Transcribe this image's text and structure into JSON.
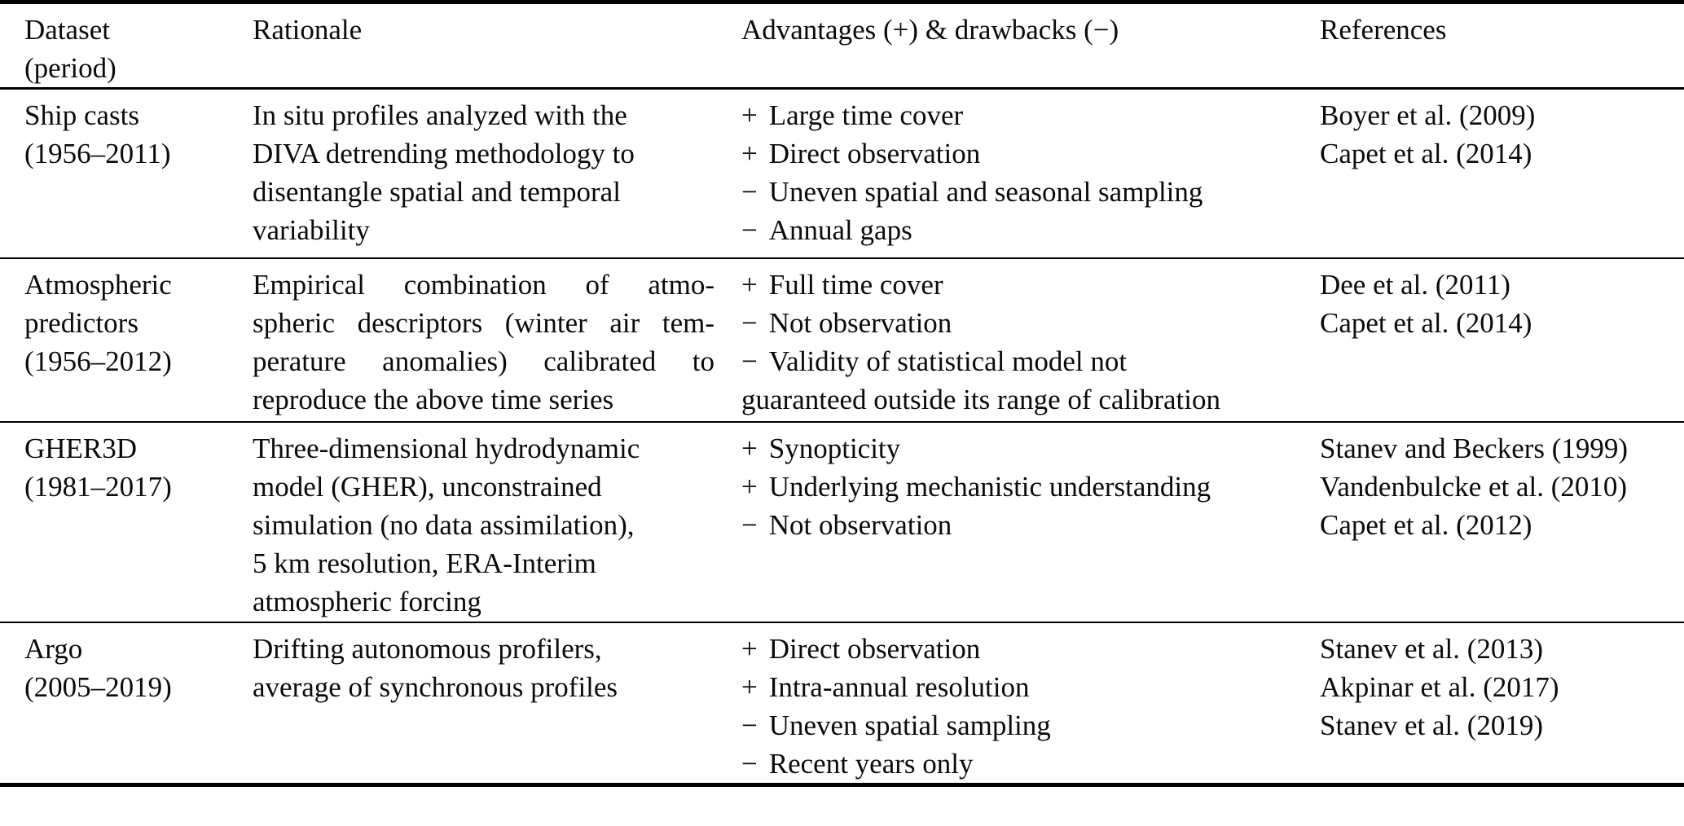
{
  "table": {
    "header": {
      "dataset_lines": [
        "Dataset",
        "(period)"
      ],
      "rationale": "Rationale",
      "advantages": "Advantages (+) & drawbacks (−)",
      "references": "References"
    },
    "rows": [
      {
        "dataset_lines": [
          "Ship casts",
          "(1956–2011)"
        ],
        "rationale_lines": [
          "In situ profiles analyzed with the",
          "DIVA detrending methodology to",
          "disentangle spatial and temporal",
          "variability"
        ],
        "rationale_justified": false,
        "advantages_items": [
          {
            "sign": "+",
            "lines": [
              "Large time cover"
            ]
          },
          {
            "sign": "+",
            "lines": [
              "Direct observation"
            ]
          },
          {
            "sign": "−",
            "lines": [
              "Uneven spatial and seasonal sampling"
            ]
          },
          {
            "sign": "−",
            "lines": [
              "Annual gaps"
            ]
          }
        ],
        "reference_lines": [
          "Boyer et al. (2009)",
          "Capet et al. (2014)"
        ]
      },
      {
        "dataset_lines": [
          "Atmospheric",
          "predictors",
          "(1956–2012)"
        ],
        "rationale_lines": [
          "Empirical combination of atmo-",
          "spheric descriptors (winter air tem-",
          "perature anomalies) calibrated to",
          "reproduce the above time series"
        ],
        "rationale_justified": true,
        "advantages_items": [
          {
            "sign": "+",
            "lines": [
              "Full time cover"
            ]
          },
          {
            "sign": "−",
            "lines": [
              "Not observation"
            ]
          },
          {
            "sign": "−",
            "lines": [
              "Validity of statistical model not",
              "guaranteed outside its range of calibration"
            ]
          }
        ],
        "reference_lines": [
          "Dee et al. (2011)",
          "Capet et al. (2014)"
        ]
      },
      {
        "dataset_lines": [
          "GHER3D",
          "(1981–2017)"
        ],
        "rationale_lines": [
          "Three-dimensional hydrodynamic",
          "model (GHER), unconstrained",
          "simulation (no data assimilation),",
          "5 km resolution, ERA-Interim",
          "atmospheric forcing"
        ],
        "rationale_justified": false,
        "advantages_items": [
          {
            "sign": "+",
            "lines": [
              "Synopticity"
            ]
          },
          {
            "sign": "+",
            "lines": [
              "Underlying mechanistic understanding"
            ]
          },
          {
            "sign": "−",
            "lines": [
              "Not observation"
            ]
          }
        ],
        "reference_lines": [
          "Stanev and Beckers (1999)",
          "Vandenbulcke et al. (2010)",
          "Capet et al. (2012)"
        ]
      },
      {
        "dataset_lines": [
          "Argo",
          "(2005–2019)"
        ],
        "rationale_lines": [
          "Drifting autonomous profilers,",
          "average of synchronous profiles"
        ],
        "rationale_justified": false,
        "advantages_items": [
          {
            "sign": "+",
            "lines": [
              "Direct observation"
            ]
          },
          {
            "sign": "+",
            "lines": [
              "Intra-annual resolution"
            ]
          },
          {
            "sign": "−",
            "lines": [
              "Uneven spatial sampling"
            ]
          },
          {
            "sign": "−",
            "lines": [
              "Recent years only"
            ]
          }
        ],
        "reference_lines": [
          "Stanev et al. (2013)",
          "Akpinar et al. (2017)",
          "Stanev et al. (2019)"
        ]
      }
    ]
  }
}
